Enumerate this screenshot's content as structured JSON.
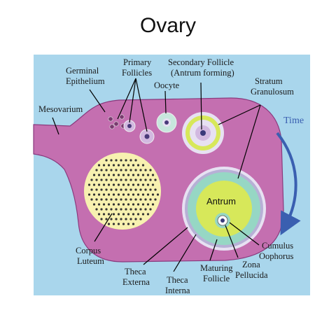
{
  "title": "Ovary",
  "labels": {
    "germinal_1": "Germinal",
    "germinal_2": "Epithelium",
    "primary_1": "Primary",
    "primary_2": "Follicles",
    "secondary_1": "Secondary Follicle",
    "secondary_2": "(Antrum forming)",
    "oocyte": "Oocyte",
    "stratum_1": "Stratum",
    "stratum_2": "Granulosum",
    "mesovarium": "Mesovarium",
    "time": "Time",
    "antrum": "Antrum",
    "corpus_1": "Corpus",
    "corpus_2": "Luteum",
    "theca_ext_1": "Theca",
    "theca_ext_2": "Externa",
    "theca_int_1": "Theca",
    "theca_int_2": "Interna",
    "maturing_1": "Maturing",
    "maturing_2": "Follicle",
    "zona_1": "Zona",
    "zona_2": "Pellucida",
    "cumulus_1": "Cumulus",
    "cumulus_2": "Oophorus"
  },
  "colors": {
    "background_panel": "#a9d6ec",
    "ovary_body": "#c46fb0",
    "corpus_luteum": "#f7f1b0",
    "antrum": "#d7e85a",
    "granulosa_ring": "#96d7c4",
    "theca_ring": "#e7e1f2",
    "time_arrow": "#3a5fb0"
  }
}
